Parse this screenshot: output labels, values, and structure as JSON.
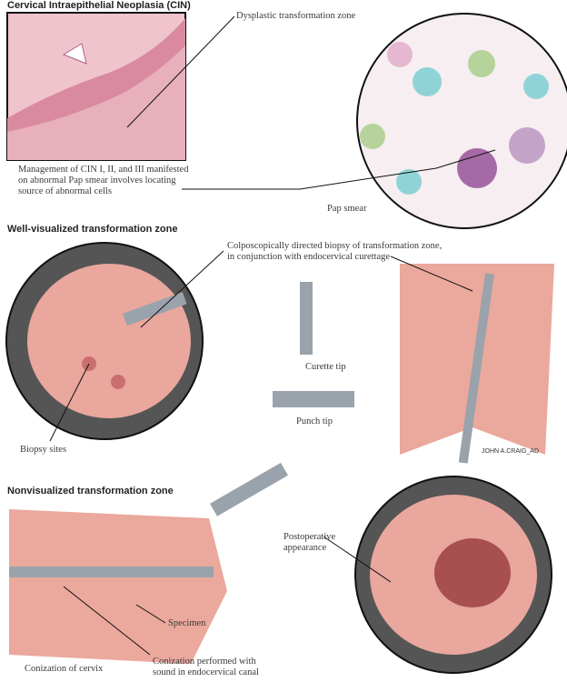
{
  "headings": {
    "cin": "Cervical Intraepithelial Neoplasia (CIN)",
    "well": "Well-visualized transformation zone",
    "nonvis": "Nonvisualized transformation zone"
  },
  "labels": {
    "dysplastic": "Dysplastic transformation zone",
    "management": "Management of CIN I, II, and III manifested\non abnormal Pap smear involves locating\nsource of abnormal cells",
    "pap": "Pap smear",
    "biopsy_directed": "Colposcopically directed biopsy of transformation zone,\nin conjunction with endocervical curettage",
    "curette": "Curette tip",
    "punch": "Punch tip",
    "biopsy_sites": "Biopsy sites",
    "postop": "Postoperative\nappearance",
    "specimen": "Specimen",
    "conization_sound": "Conization performed with\nsound in endocervical canal",
    "conization": "Conization of cervix"
  },
  "signature": "JOHN A.CRAIG_AD",
  "colors": {
    "tissue": "#e8a09a",
    "pap_bg": "#f6eef0",
    "instrument": "#9aa3ab"
  }
}
